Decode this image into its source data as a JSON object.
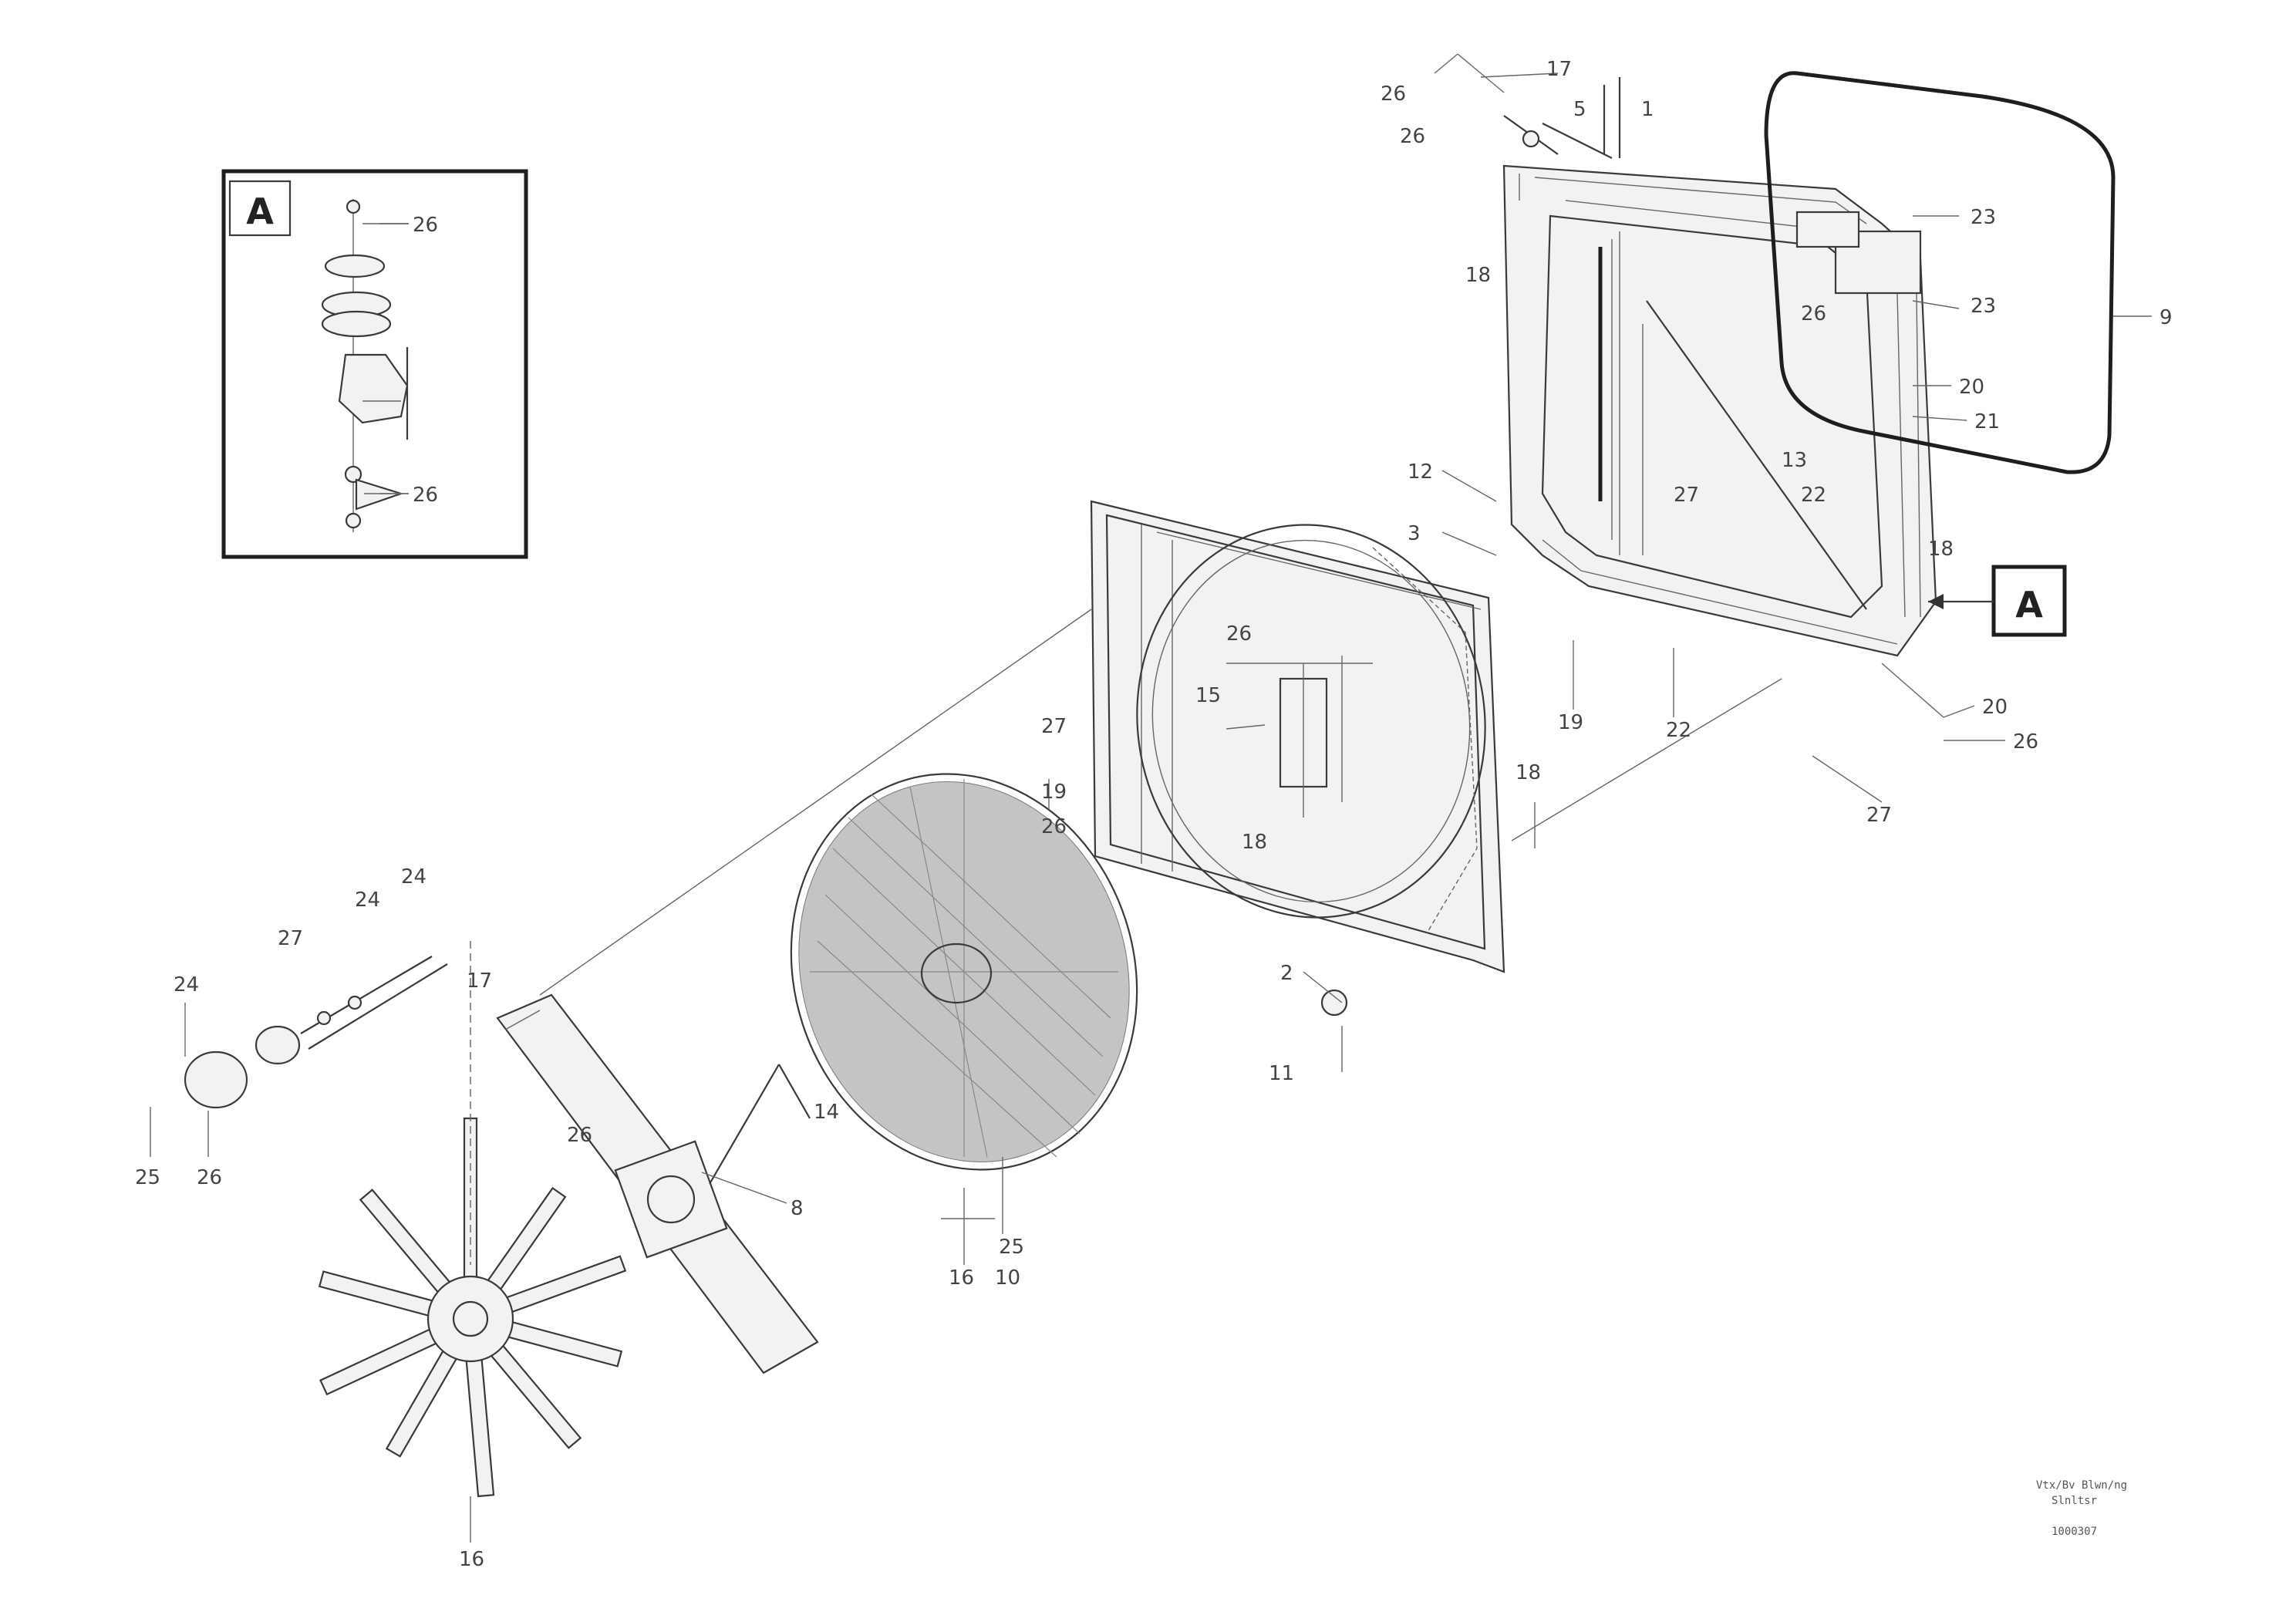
{
  "diagram": {
    "detail_letter": "A",
    "callouts": [
      {
        "id": "c-26a",
        "text": "26"
      },
      {
        "id": "c-26b",
        "text": "26"
      },
      {
        "id": "c-17a",
        "text": "17"
      },
      {
        "id": "c-5a",
        "text": "5"
      },
      {
        "id": "c-1a",
        "text": "1"
      },
      {
        "id": "c-26c",
        "text": "26"
      },
      {
        "id": "c-26d",
        "text": "26"
      },
      {
        "id": "c-18a",
        "text": "18"
      },
      {
        "id": "c-23a",
        "text": "23"
      },
      {
        "id": "c-23b",
        "text": "23"
      },
      {
        "id": "c-9",
        "text": "9"
      },
      {
        "id": "c-20a",
        "text": "20"
      },
      {
        "id": "c-21a",
        "text": "21"
      },
      {
        "id": "c-26e",
        "text": "26"
      },
      {
        "id": "c-22a",
        "text": "22"
      },
      {
        "id": "c-13a",
        "text": "13"
      },
      {
        "id": "c-12a",
        "text": "12"
      },
      {
        "id": "c-3a",
        "text": "3"
      },
      {
        "id": "c-27a",
        "text": "27"
      },
      {
        "id": "c-18b",
        "text": "18"
      },
      {
        "id": "c-19a",
        "text": "19"
      },
      {
        "id": "c-22b",
        "text": "22"
      },
      {
        "id": "c-20b",
        "text": "20"
      },
      {
        "id": "c-26f",
        "text": "26"
      },
      {
        "id": "c-27b",
        "text": "27"
      },
      {
        "id": "c-26g",
        "text": "26"
      },
      {
        "id": "c-15a",
        "text": "15"
      },
      {
        "id": "c-18c",
        "text": "18"
      },
      {
        "id": "c-27c",
        "text": "27"
      },
      {
        "id": "c-19b",
        "text": "19"
      },
      {
        "id": "c-18d",
        "text": "18"
      },
      {
        "id": "c-26h",
        "text": "26"
      },
      {
        "id": "c-2",
        "text": "2"
      },
      {
        "id": "c-11",
        "text": "11"
      },
      {
        "id": "c-24a",
        "text": "24"
      },
      {
        "id": "c-27d",
        "text": "27"
      },
      {
        "id": "c-24b",
        "text": "24"
      },
      {
        "id": "c-24c",
        "text": "24"
      },
      {
        "id": "c-25a",
        "text": "25"
      },
      {
        "id": "c-26i",
        "text": "26"
      },
      {
        "id": "c-17b",
        "text": "17"
      },
      {
        "id": "c-26j",
        "text": "26"
      },
      {
        "id": "c-8",
        "text": "8"
      },
      {
        "id": "c-14a",
        "text": "14"
      },
      {
        "id": "c-25b",
        "text": "25"
      },
      {
        "id": "c-16a",
        "text": "16"
      },
      {
        "id": "c-16b",
        "text": "16"
      },
      {
        "id": "c-10",
        "text": "10"
      }
    ],
    "reference_block": {
      "line1": "Vtx/Bv Blwn/ng",
      "line2": "Slnltsr",
      "line3": "1000307"
    }
  },
  "colors": {
    "line": "#3a3a3a",
    "background": "#ffffff",
    "label": "#444444"
  }
}
